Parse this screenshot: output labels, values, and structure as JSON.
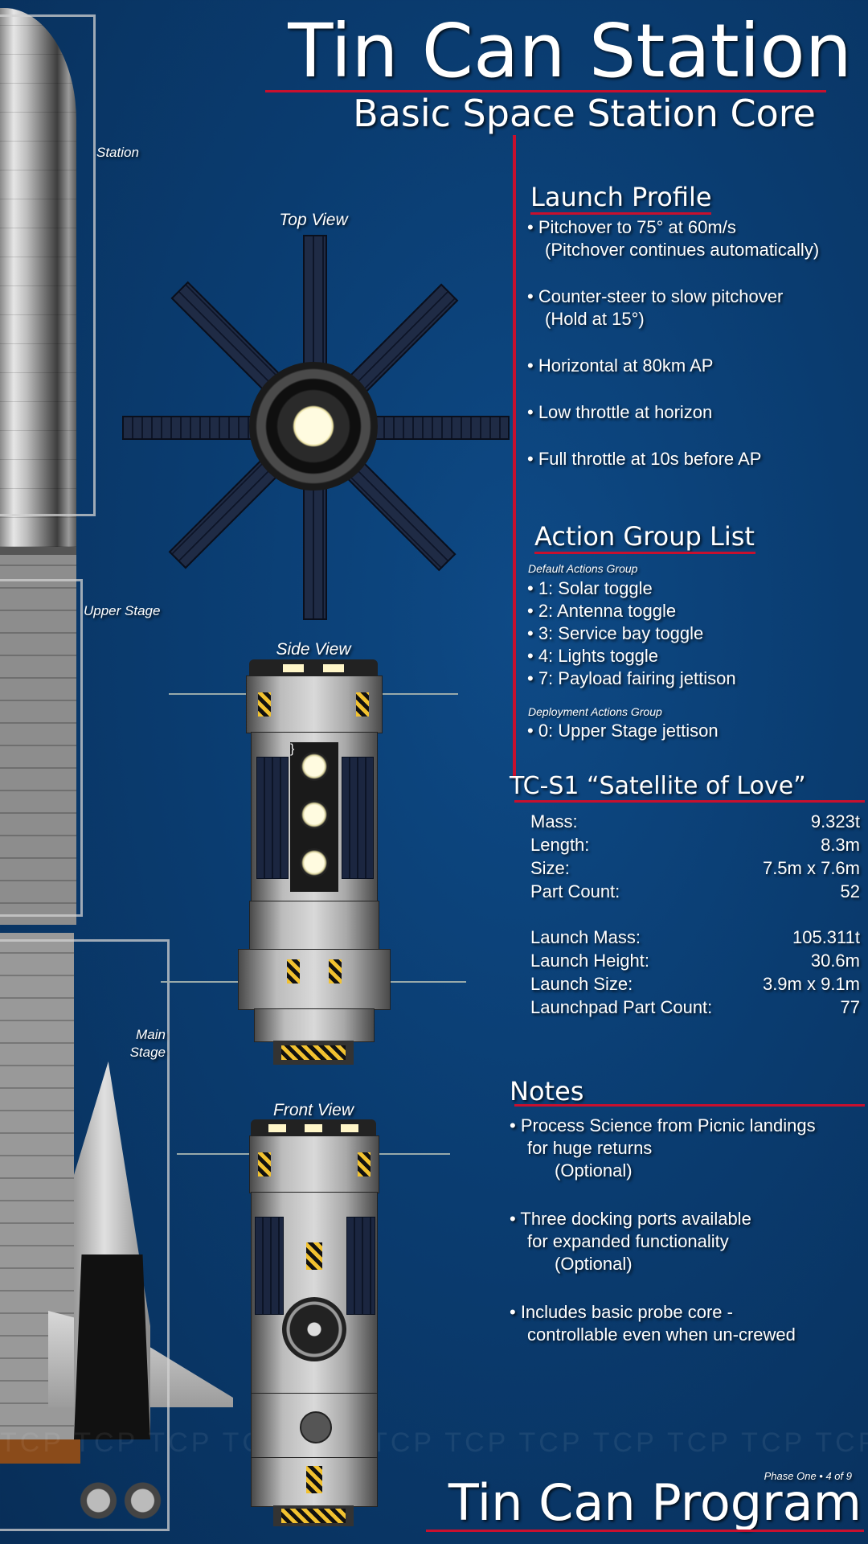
{
  "title": "Tin Can Station",
  "subtitle": "Basic Space Station Core",
  "stage_labels": {
    "station": "Station",
    "upper": "Upper Stage",
    "main_line1": "Main",
    "main_line2": "Stage"
  },
  "views": {
    "top": "Top View",
    "side": "Side View",
    "front": "Front View"
  },
  "launch_profile": {
    "title": "Launch Profile",
    "items": [
      {
        "main": "• Pitchover to 75° at 60m/s",
        "sub": "(Pitchover continues automatically)"
      },
      {
        "main": "• Counter-steer to slow pitchover",
        "sub": "(Hold at 15°)"
      },
      {
        "main": "• Horizontal at 80km AP",
        "sub": ""
      },
      {
        "main": "• Low throttle at horizon",
        "sub": ""
      },
      {
        "main": "• Full throttle at 10s before AP",
        "sub": ""
      }
    ]
  },
  "action_groups": {
    "title": "Action Group List",
    "default_label": "Default Actions Group",
    "default_items": [
      "• 1: Solar toggle",
      "• 2: Antenna toggle",
      "• 3: Service bay toggle",
      "• 4: Lights toggle",
      "• 7: Payload fairing jettison"
    ],
    "deployment_label": "Deployment Actions Group",
    "deployment_items": [
      "• 0: Upper Stage jettison"
    ]
  },
  "specs": {
    "title": "TC-S1 “Satellite of Love”",
    "craft": [
      {
        "label": "Mass:",
        "value": "9.323t"
      },
      {
        "label": "Length:",
        "value": "8.3m"
      },
      {
        "label": "Size:",
        "value": "7.5m x 7.6m"
      },
      {
        "label": "Part Count:",
        "value": "52"
      }
    ],
    "launch": [
      {
        "label": "Launch Mass:",
        "value": "105.311t"
      },
      {
        "label": "Launch Height:",
        "value": "30.6m"
      },
      {
        "label": "Launch Size:",
        "value": "3.9m x 9.1m"
      },
      {
        "label": "Launchpad Part Count:",
        "value": "77"
      }
    ]
  },
  "notes": {
    "title": "Notes",
    "items": [
      {
        "l1": "• Process Science from Picnic landings",
        "l2": "for huge returns",
        "l3": "(Optional)"
      },
      {
        "l1": "• Three docking ports available",
        "l2": "for expanded functionality",
        "l3": "(Optional)"
      },
      {
        "l1": "• Includes basic probe core -",
        "l2": "controllable even when un-crewed",
        "l3": ""
      }
    ]
  },
  "watermark": "TCP TCP TCP TCP TCP TCP TCP TCP TCP TCP TCP TCP TCP TCP TCP",
  "footer": {
    "phase": "Phase One • 4 of 9",
    "program": "Tin Can Program"
  },
  "colors": {
    "accent": "#c8102e",
    "background": "#0a3c70"
  }
}
